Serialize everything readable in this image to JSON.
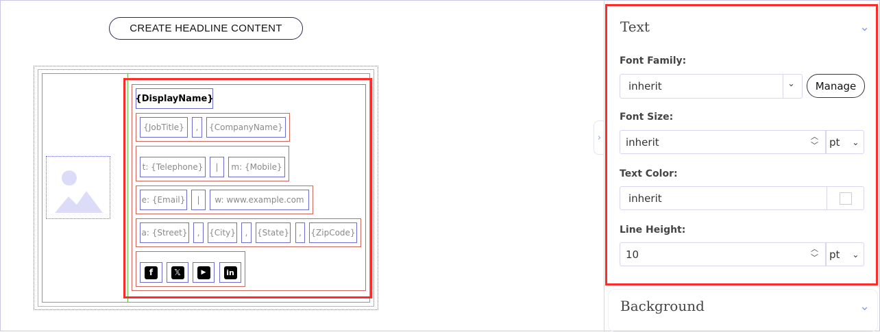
{
  "toolbar": {
    "create_label": "CREATE HEADLINE CONTENT"
  },
  "signature": {
    "display_name": "{DisplayName}",
    "row1": [
      "{JobTitle}",
      ",",
      "{CompanyName}"
    ],
    "row2": [
      "t: {Telephone}",
      "|",
      "m: {Mobile}"
    ],
    "row3": [
      "e: {Email}",
      "|",
      "w: www.example.com"
    ],
    "row4": [
      "a: {Street}",
      ",",
      "{City}",
      ",",
      "{State}",
      ",",
      "{ZipCode}"
    ],
    "social": [
      "facebook-icon",
      "x-icon",
      "youtube-icon",
      "linkedin-icon"
    ]
  },
  "panel": {
    "text_section": {
      "title": "Text",
      "font_family": {
        "label": "Font Family:",
        "value": "inherit",
        "manage": "Manage"
      },
      "font_size": {
        "label": "Font Size:",
        "value": "inherit",
        "unit": "pt"
      },
      "text_color": {
        "label": "Text Color:",
        "value": "inherit"
      },
      "line_height": {
        "label": "Line Height:",
        "value": "10",
        "unit": "pt"
      }
    },
    "background_section": {
      "title": "Background"
    }
  },
  "colors": {
    "accent": "#8f9ef0",
    "highlight": "#ff2a2a"
  }
}
